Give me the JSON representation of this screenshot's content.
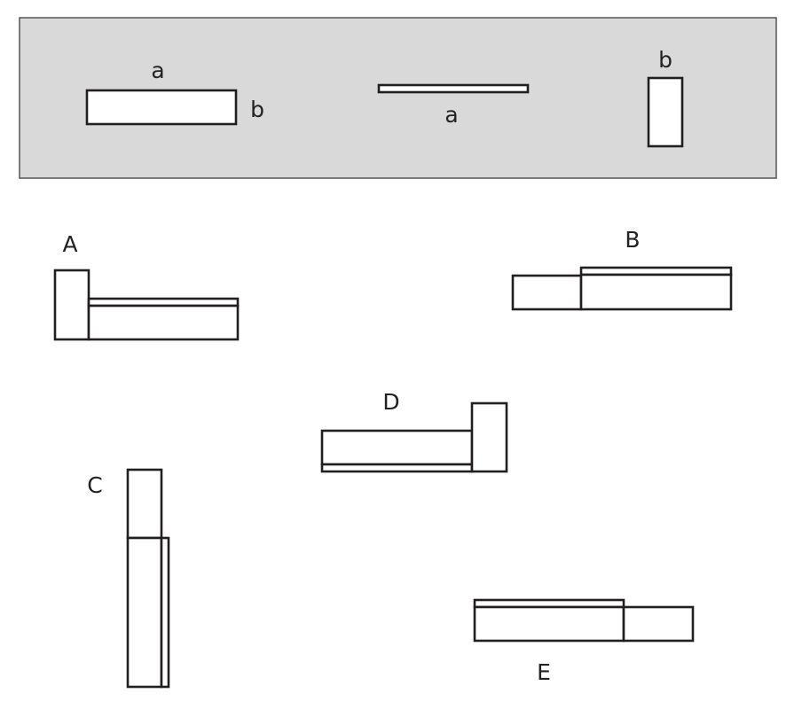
{
  "colors": {
    "background": "#ffffff",
    "reference_panel": "#d9d9d9",
    "panel_border": "#555555",
    "stroke": "#231f20",
    "fill": "#ffffff",
    "text": "#222222"
  },
  "reference": {
    "wide_piece": {
      "top_label": "a",
      "side_label": "b"
    },
    "thin_piece": {
      "bottom_label": "a"
    },
    "tall_piece": {
      "top_label": "b"
    }
  },
  "options": [
    {
      "label": "A"
    },
    {
      "label": "B"
    },
    {
      "label": "C"
    },
    {
      "label": "D"
    },
    {
      "label": "E"
    }
  ]
}
